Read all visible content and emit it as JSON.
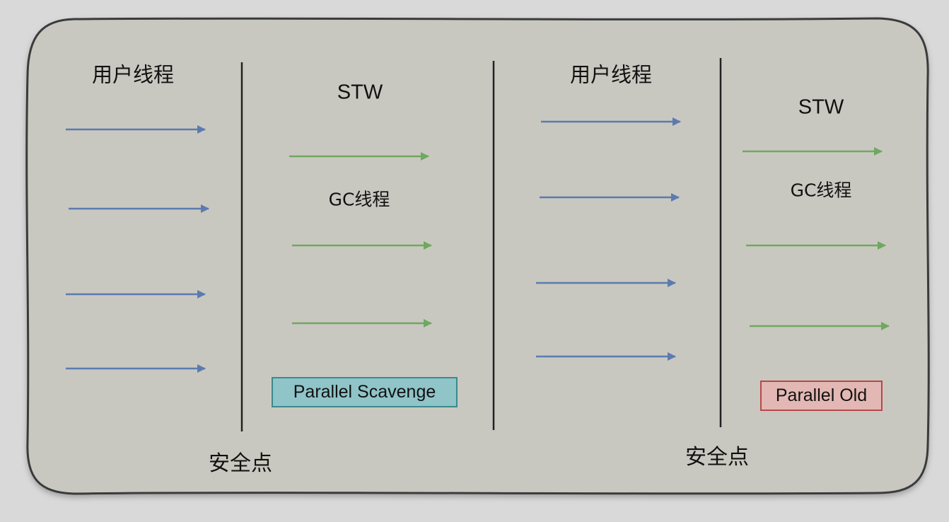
{
  "colors": {
    "page_bg": "#d9d9d9",
    "panel_fill": "#c9c8c0",
    "panel_stroke": "#3a3a3a",
    "user_arrow": "#5b7bb0",
    "gc_arrow": "#6fa860",
    "divider": "#222222",
    "collector_young_fill": "#8fc4c8",
    "collector_young_border": "#3b8a8c",
    "collector_old_fill": "#e3b8b4",
    "collector_old_border": "#b5484a"
  },
  "phases": [
    {
      "user_threads_label": "用户线程",
      "stw_label": "STW",
      "gc_threads_label": "GC线程",
      "collector": "Parallel Scavenge",
      "safe_point_label": "安全点"
    },
    {
      "user_threads_label": "用户线程",
      "stw_label": "STW",
      "gc_threads_label": "GC线程",
      "collector": "Parallel Old",
      "safe_point_label": "安全点"
    }
  ]
}
